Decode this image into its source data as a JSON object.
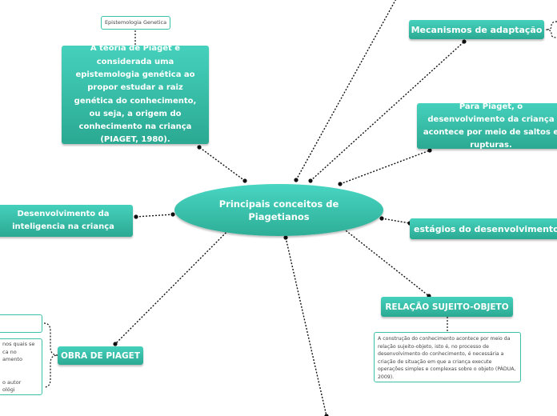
{
  "center": {
    "label": "Principais conceitos de Piagetianos"
  },
  "topics": {
    "theory": "A teoria de Piaget é considerada uma epistemologia genética ao propor estudar a raiz genética do conhecimento, ou seja, a origem do conhecimento na criança (PIAGET, 1980).",
    "mechanisms": "Mecanismos de adaptação",
    "development": "Para Piaget, o desenvolvimento da criança acontece por meio de saltos e rupturas.",
    "stages": "estágios do desenvolvimento",
    "intelligence": "Desenvolvimento da inteligencia na criança",
    "relation": "RELAÇÃO SUJEITO-OBJETO",
    "works": "OBRA DE PIAGET"
  },
  "notes": {
    "epistemology": "Epistemologia Genetica",
    "relation_text": "A construção do conhecimento acontece por meio da relação sujeito-objeto, isto é, no processo de desenvolvimento do conhecimento, é necessária a criação de situação em que a criança execute operações simples e complexas sobre o objeto (PÁDUA, 2009).",
    "works_partial_1": "nos quais se",
    "works_partial_2": "ca no",
    "works_partial_3": "amento",
    "works_partial_4": "o autor",
    "works_partial_5": "ológi"
  },
  "colors": {
    "topic_top": "#45d1bd",
    "topic_bottom": "#2ba992",
    "note_border": "#3cc1ab",
    "connector": "#111111"
  }
}
